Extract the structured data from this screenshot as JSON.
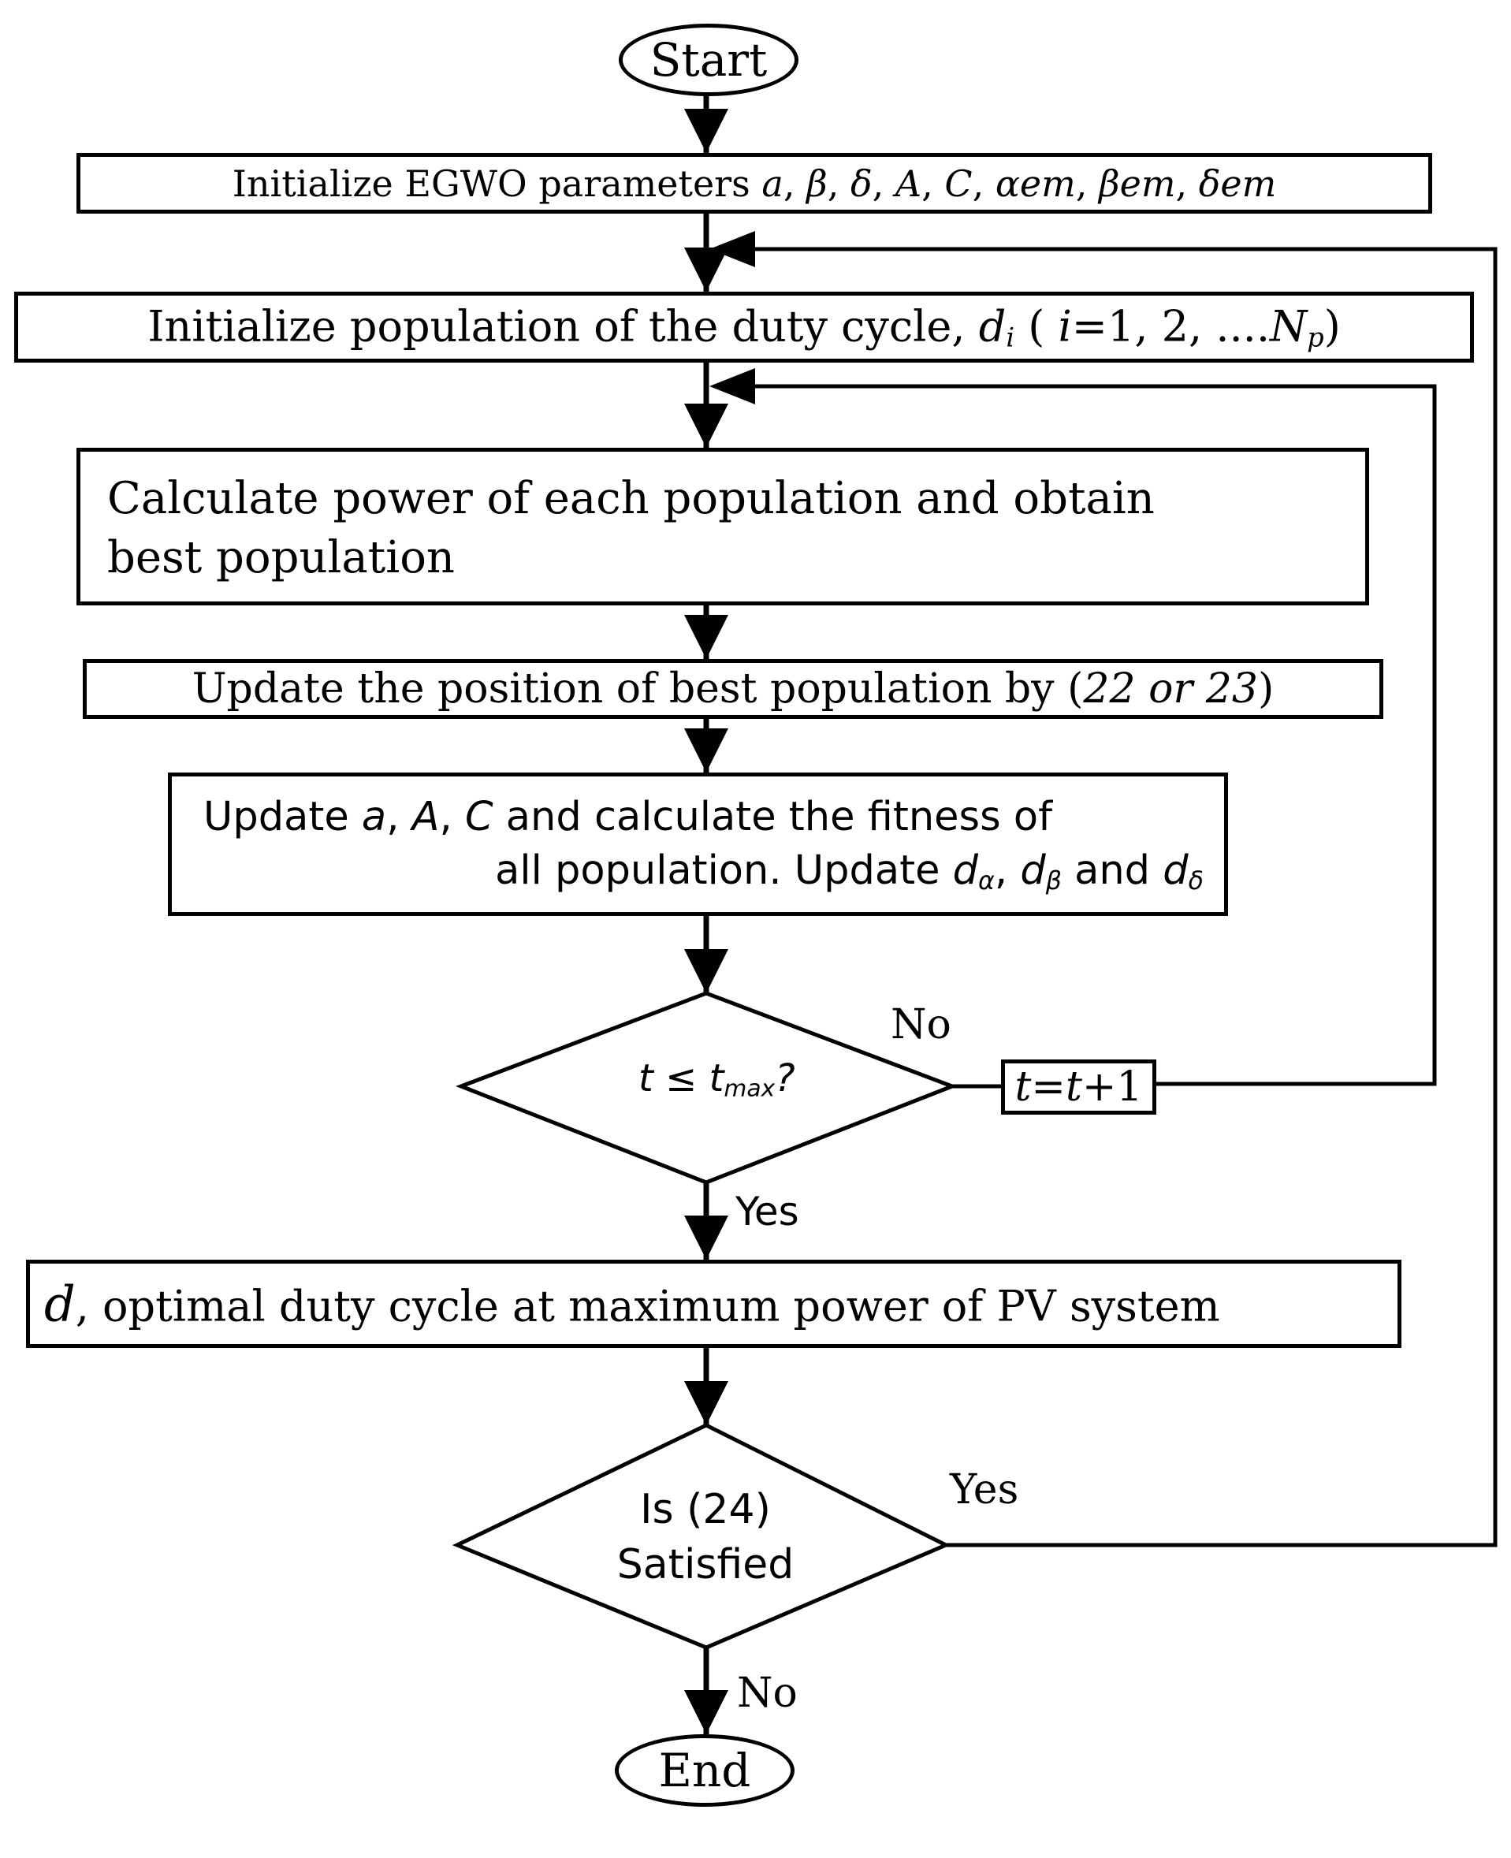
{
  "nodes": {
    "start": "Start",
    "init_params": {
      "text": "Initialize EGWO parameters",
      "symbols": [
        "a",
        "β",
        "δ",
        "A",
        "C",
        "α",
        "em",
        "β",
        "em",
        "δ",
        "em"
      ]
    },
    "init_population": {
      "text": "Initialize population of the duty cycle,",
      "d": "d",
      "i": "i",
      "open": " (",
      "range": "=1, 2, ....",
      "N": "N",
      "p": "p",
      "close": ")"
    },
    "calc_power": {
      "line1": "Calculate power of each population and obtain",
      "line2": "best population"
    },
    "update_position": {
      "text": "Update the position of best population by",
      "ref": "22 or 23"
    },
    "update_params": {
      "line1_pre": "Update",
      "a": "a",
      "A": "A",
      "C": "C",
      "line1_post": "and calculate the fitness of",
      "line2_pre": "all population. Update",
      "d": "d",
      "alpha": "α",
      "beta": "β",
      "and": "and",
      "delta": "δ"
    },
    "decision_t": {
      "t": "t",
      "le": "≤",
      "max": "max",
      "q": "?"
    },
    "increment": {
      "t1": "t",
      "eq": "=",
      "t2": "t",
      "plus": "+1"
    },
    "optimal": {
      "d": "d",
      "text": ", optimal duty cycle at maximum power of PV system"
    },
    "decision_24": {
      "line1": "Is",
      "ref": "24",
      "line2": "Satisfied"
    },
    "end": "End"
  },
  "edge_labels": {
    "no_t": "No",
    "yes_t": "Yes",
    "yes_24": "Yes",
    "no_24": "No"
  }
}
